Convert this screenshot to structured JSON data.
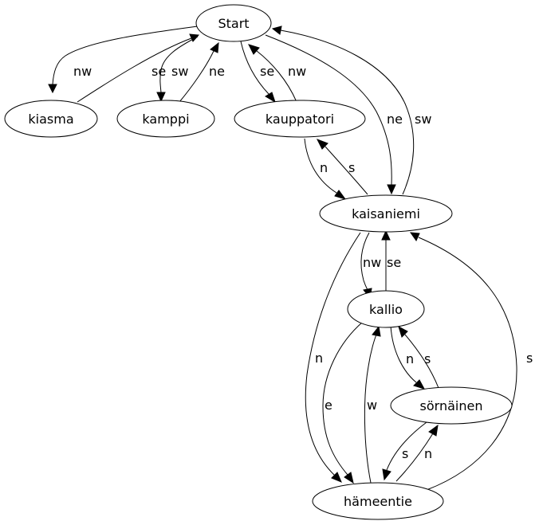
{
  "nodes": {
    "start": "Start",
    "kiasma": "kiasma",
    "kamppi": "kamppi",
    "kauppatori": "kauppatori",
    "kaisaniemi": "kaisaniemi",
    "kallio": "kallio",
    "sornainen": "sörnäinen",
    "hameentie": "hämeentie"
  },
  "edges": [
    {
      "from": "Start",
      "to": "kiasma",
      "label": "nw"
    },
    {
      "from": "kiasma",
      "to": "Start",
      "label": "se"
    },
    {
      "from": "Start",
      "to": "kamppi",
      "label": "sw"
    },
    {
      "from": "kamppi",
      "to": "Start",
      "label": "ne"
    },
    {
      "from": "Start",
      "to": "kauppatori",
      "label": "se"
    },
    {
      "from": "kauppatori",
      "to": "Start",
      "label": "nw"
    },
    {
      "from": "Start",
      "to": "kaisaniemi",
      "label": "ne"
    },
    {
      "from": "kaisaniemi",
      "to": "Start",
      "label": "sw"
    },
    {
      "from": "kauppatori",
      "to": "kaisaniemi",
      "label": "n"
    },
    {
      "from": "kaisaniemi",
      "to": "kauppatori",
      "label": "s"
    },
    {
      "from": "kaisaniemi",
      "to": "kallio",
      "label": "nw"
    },
    {
      "from": "kallio",
      "to": "kaisaniemi",
      "label": "se"
    },
    {
      "from": "kaisaniemi",
      "to": "hämeentie",
      "label": "n"
    },
    {
      "from": "hämeentie",
      "to": "kaisaniemi",
      "label": "s"
    },
    {
      "from": "kallio",
      "to": "sörnäinen",
      "label": "n"
    },
    {
      "from": "sörnäinen",
      "to": "kallio",
      "label": "s"
    },
    {
      "from": "kallio",
      "to": "hämeentie",
      "label": "e"
    },
    {
      "from": "hämeentie",
      "to": "kallio",
      "label": "w"
    },
    {
      "from": "sörnäinen",
      "to": "hämeentie",
      "label": "s"
    },
    {
      "from": "hämeentie",
      "to": "sörnäinen",
      "label": "n"
    }
  ]
}
